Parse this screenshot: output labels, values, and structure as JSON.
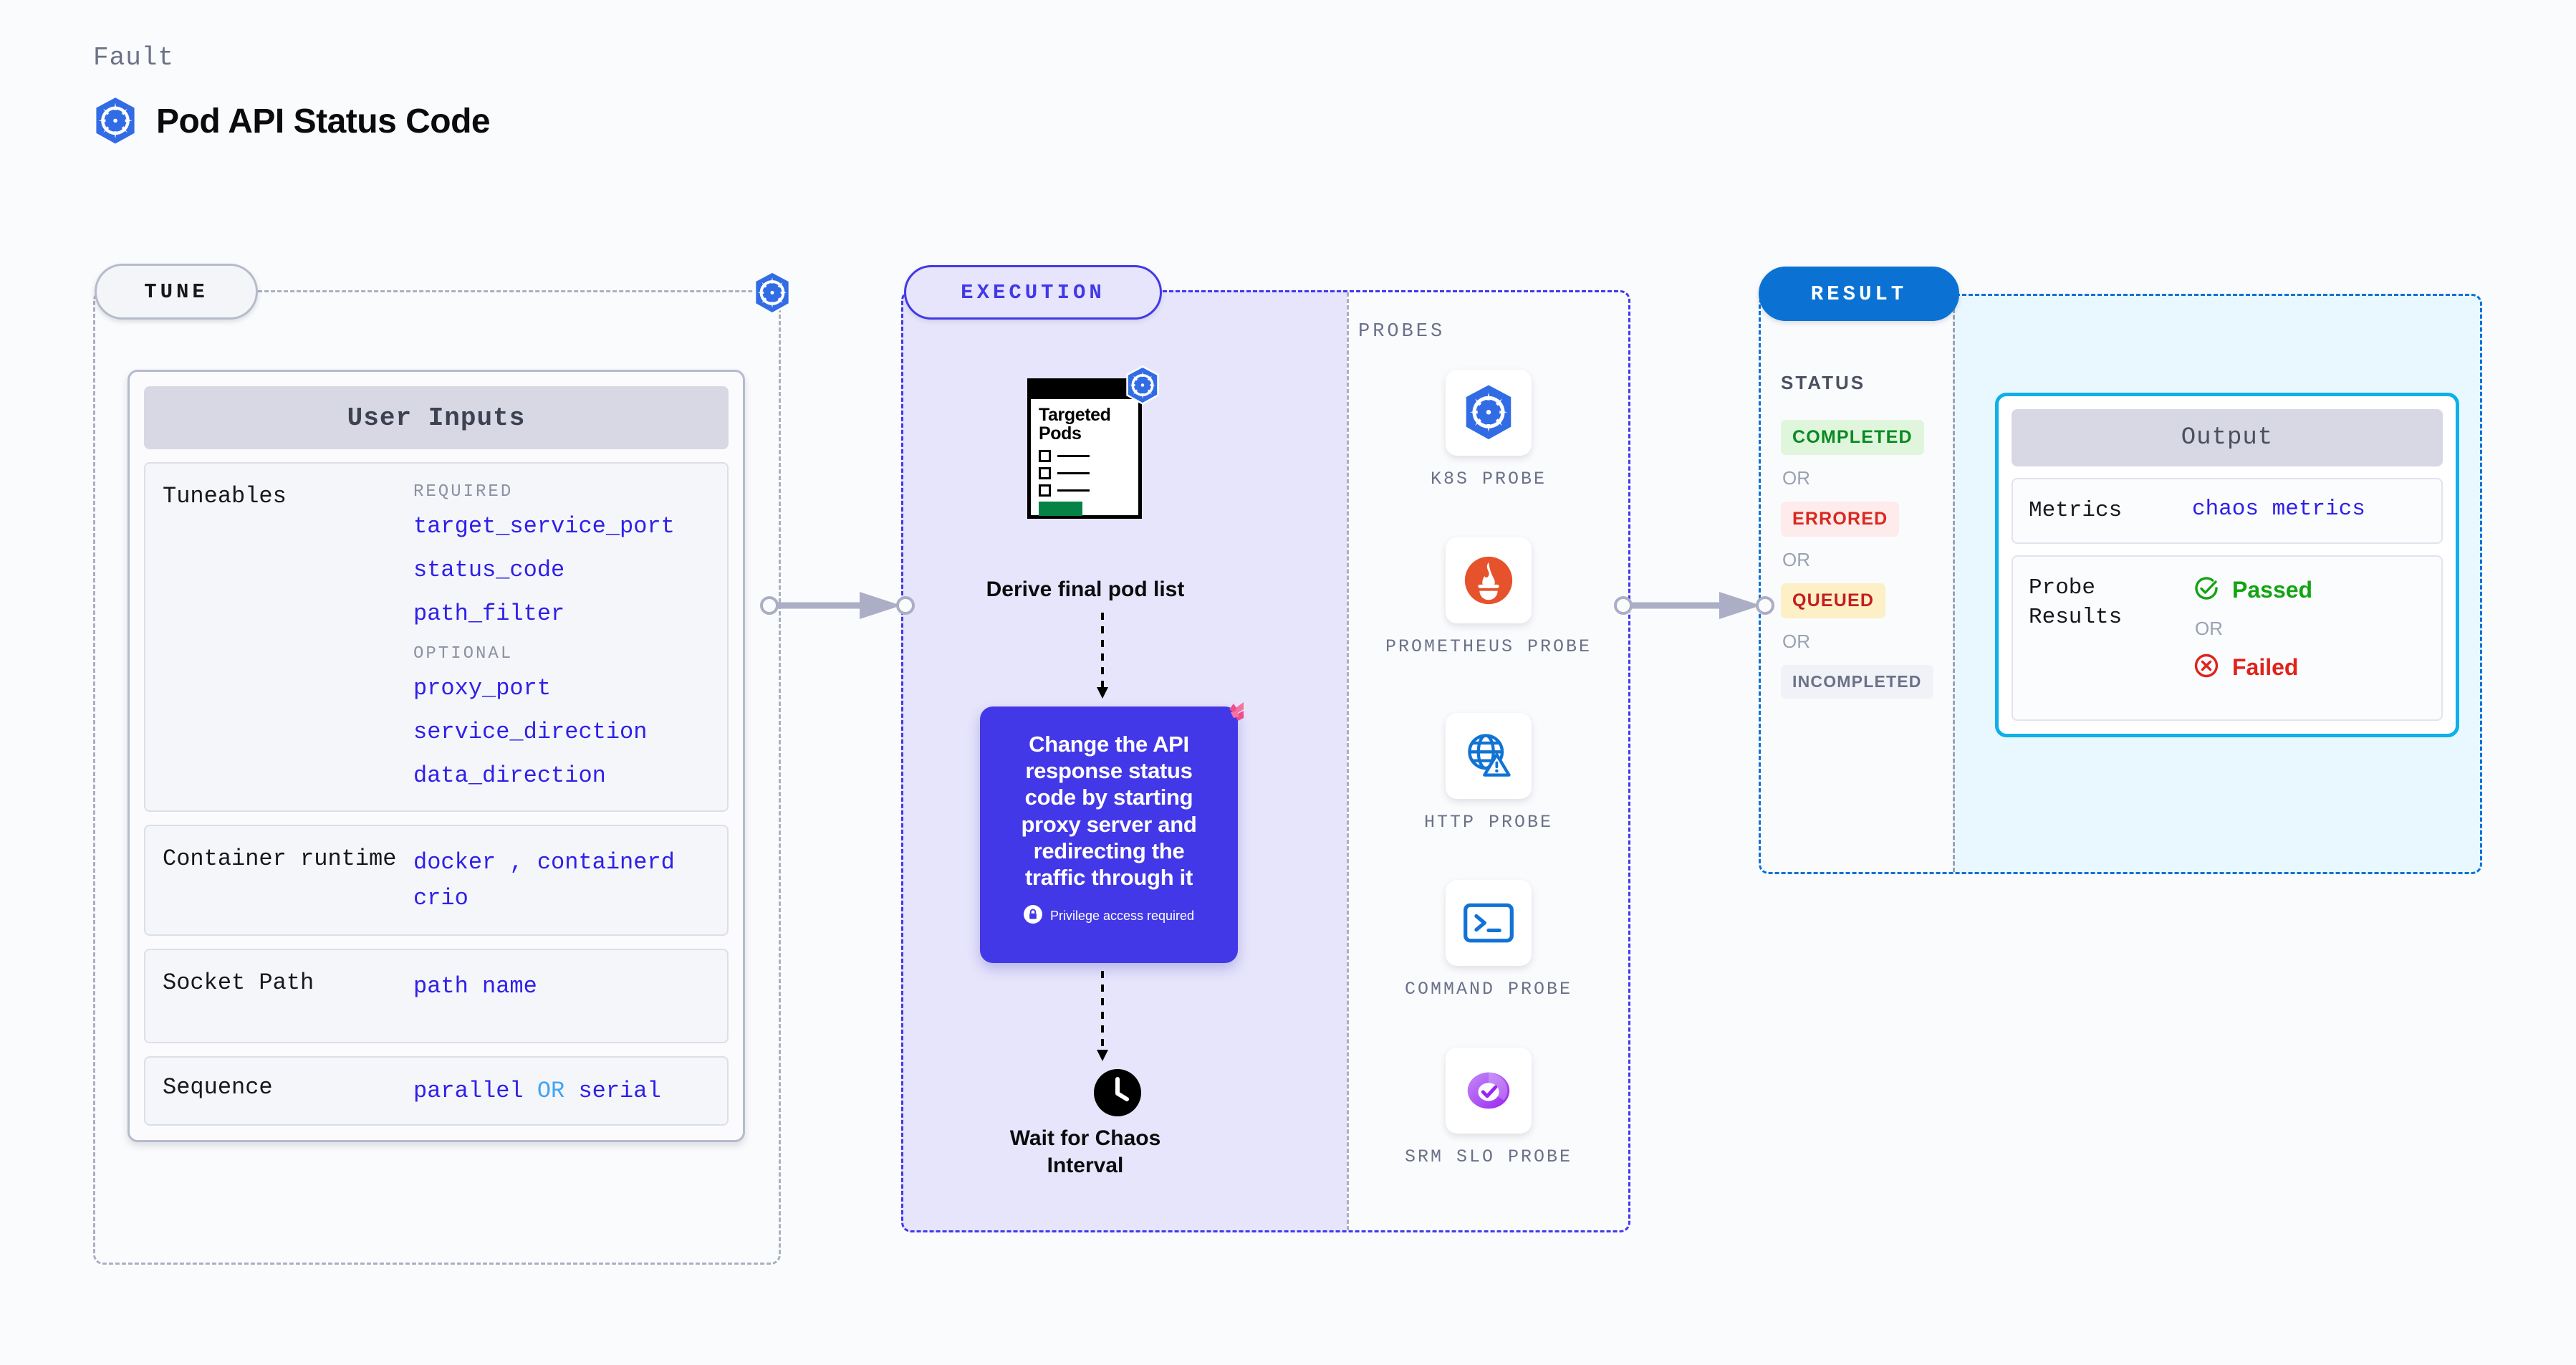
{
  "header": {
    "kicker": "Fault",
    "title": "Pod API Status Code",
    "icon": "kubernetes-icon"
  },
  "stages": {
    "tune": {
      "label": "TUNE",
      "accent": "#b5bbcb"
    },
    "execution": {
      "label": "EXECUTION",
      "accent": "#4338e8"
    },
    "result": {
      "label": "RESULT",
      "accent": "#0b72d4"
    }
  },
  "tune": {
    "card_title": "User Inputs",
    "rows": [
      {
        "label": "Tuneables",
        "groups": [
          {
            "heading": "REQUIRED",
            "items": [
              "target_service_port",
              "status_code",
              "path_filter"
            ]
          },
          {
            "heading": "OPTIONAL",
            "items": [
              "proxy_port",
              "service_direction",
              "data_direction"
            ]
          }
        ]
      },
      {
        "label": "Container runtime",
        "value_parts": [
          "docker",
          ",",
          "containerd",
          "crio"
        ]
      },
      {
        "label": "Socket Path",
        "value": "path name"
      },
      {
        "label": "Sequence",
        "value_a": "parallel",
        "operator": "OR",
        "value_b": "serial"
      }
    ]
  },
  "execution": {
    "pods_card": {
      "title": "Targeted Pods",
      "badge_icon": "kubernetes-icon",
      "checkbox_rows": 3
    },
    "derive_label": "Derive final pod list",
    "action": {
      "text": "Change the API response status code by starting proxy server and redirecting the traffic through it",
      "privilege_note": "Privilege access required",
      "privilege_icon": "lock-icon",
      "corner_icon": "harness-logo-icon",
      "color": "#4338e8"
    },
    "wait": {
      "icon": "clock-icon",
      "label": "Wait for Chaos Interval"
    }
  },
  "probes": {
    "title": "PROBES",
    "items": [
      {
        "name": "K8S PROBE",
        "icon": "kubernetes-icon"
      },
      {
        "name": "PROMETHEUS PROBE",
        "icon": "prometheus-icon"
      },
      {
        "name": "HTTP PROBE",
        "icon": "http-globe-warning-icon"
      },
      {
        "name": "COMMAND PROBE",
        "icon": "terminal-icon"
      },
      {
        "name": "SRM SLO PROBE",
        "icon": "srm-slo-donut-check-icon"
      }
    ]
  },
  "result": {
    "status_title": "STATUS",
    "or_label": "OR",
    "statuses": [
      {
        "label": "COMPLETED",
        "color": "#0a8a23",
        "bg": "#dff6dc"
      },
      {
        "label": "ERRORED",
        "color": "#d9281f",
        "bg": "#fdeceb"
      },
      {
        "label": "QUEUED",
        "color": "#c21f1f",
        "bg": "#fdefc6"
      },
      {
        "label": "INCOMPLETED",
        "color": "#6b7188",
        "bg": "#f1f2f7"
      }
    ],
    "output": {
      "title": "Output",
      "metrics_label": "Metrics",
      "metrics_value": "chaos metrics",
      "probe_results_label": "Probe Results",
      "passed_label": "Passed",
      "passed_color": "#13a313",
      "failed_label": "Failed",
      "failed_color": "#e0231b",
      "or_label": "OR",
      "passed_icon": "check-circle-icon",
      "failed_icon": "x-circle-icon"
    }
  }
}
